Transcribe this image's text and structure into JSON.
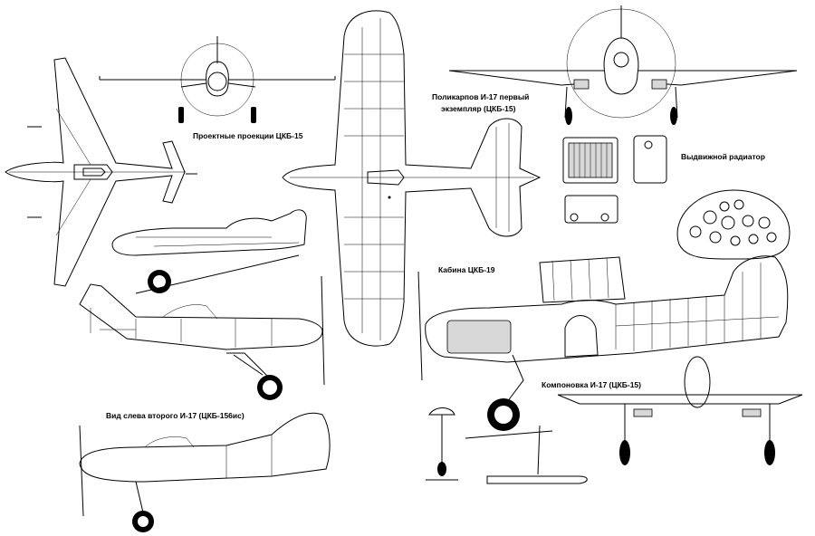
{
  "labels": {
    "project_views": "Проектные проекции ЦКБ-15",
    "polikarpov_title_line1": "Поликарпов И-17 первый",
    "polikarpov_title_line2": "экземпляр (ЦКБ-15)",
    "radiator": "Выдвижной радиатор",
    "cockpit": "Кабина ЦКБ-19",
    "layout": "Компоновка И-17 (ЦКБ-15)",
    "left_view": "Вид слева второго И-17 (ЦКБ-156ис)"
  }
}
